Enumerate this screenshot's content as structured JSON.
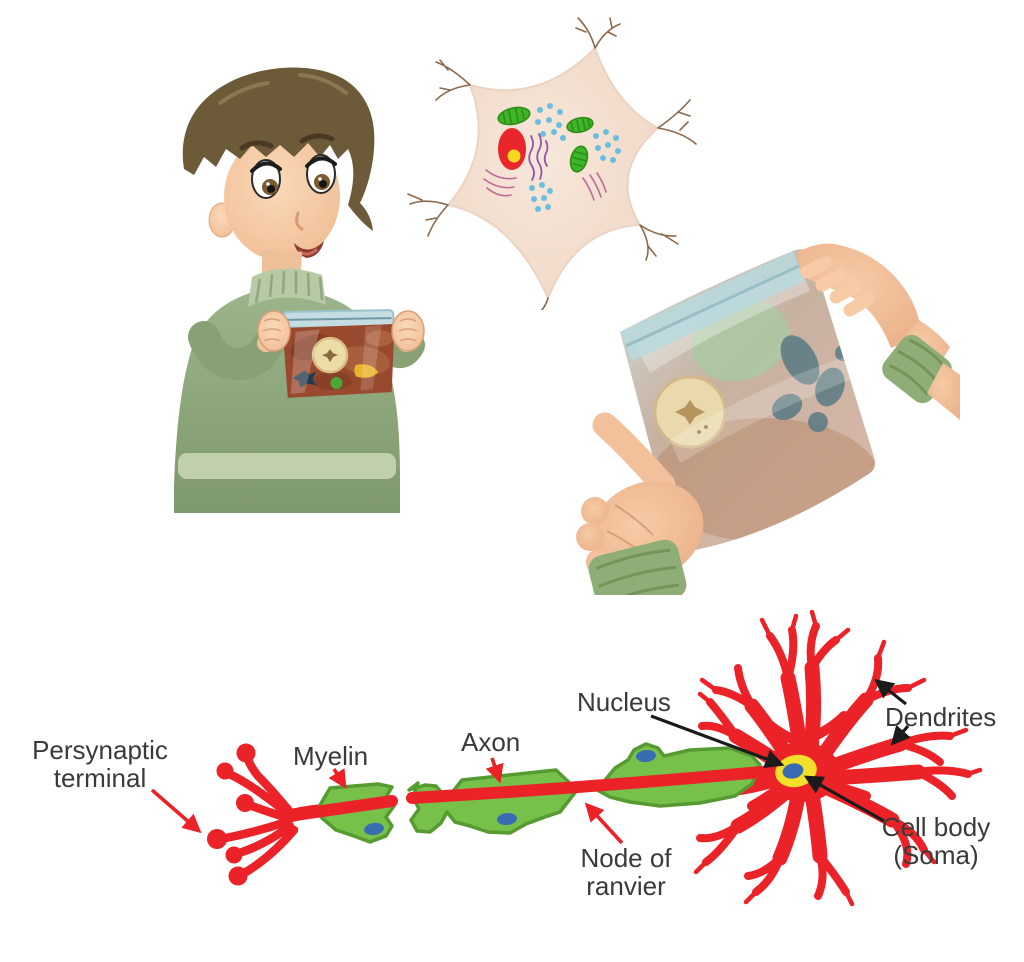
{
  "diagram": {
    "labels": {
      "presynaptic_terminal": "Persynaptic terminal",
      "myelin": "Myelin",
      "axon": "Axon",
      "nucleus": "Nucleus",
      "dendrites": "Dendrites",
      "node_of_ranvier": "Node of ranvier",
      "cell_body": "Cell body (Soma)"
    },
    "colors": {
      "neuron_red": "#eb2227",
      "myelin_green": "#77c04a",
      "myelin_outline": "#569a32",
      "glial_nucleus_blue": "#3a6cb4",
      "soma_yellow": "#f2e02b",
      "label_text": "#3a3a3a",
      "black_arrow": "#1b1b1b"
    }
  },
  "illustrations": {
    "boy": "boy-holding-specimen-bag",
    "neuron_cell": "neuron-cell-with-organelles",
    "hands_bag": "hands-holding-specimen-bag"
  }
}
